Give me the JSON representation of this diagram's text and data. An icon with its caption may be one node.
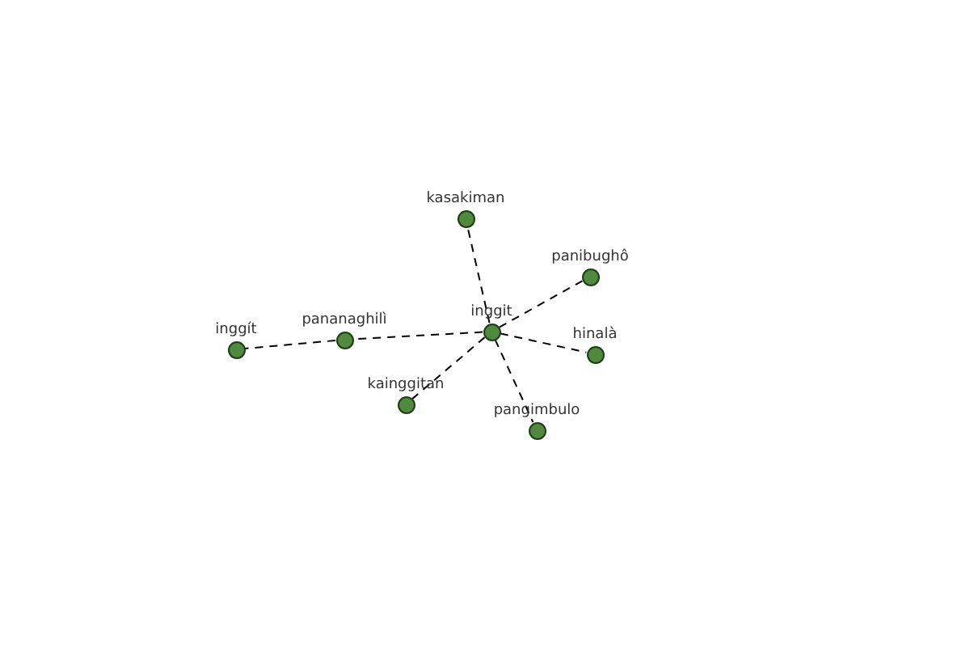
{
  "diagram": {
    "nodes": [
      {
        "text": [
          "kasakiman"
        ]
      },
      {
        "text": [
          "panibughô"
        ]
      },
      {
        "text": [
          "inggit"
        ]
      },
      {
        "text": [
          "pananaghilì"
        ]
      },
      {
        "text": [
          "inggít"
        ]
      },
      {
        "text": [
          "hinalà"
        ]
      },
      {
        "text": [
          "kainggitan"
        ]
      },
      {
        "text": [
          "pangimbulo"
        ]
      }
    ],
    "edges": [
      {
        "from": 2,
        "to": 0,
        "arrow": "none",
        "style": "dashed"
      },
      {
        "from": 2,
        "to": 1,
        "arrow": "none",
        "style": "dashed"
      },
      {
        "from": 2,
        "to": 5,
        "arrow": "none",
        "style": "dashed"
      },
      {
        "from": 2,
        "to": 7,
        "arrow": "none",
        "style": "dashed"
      },
      {
        "from": 2,
        "to": 6,
        "arrow": "none",
        "style": "dashed"
      },
      {
        "from": 2,
        "to": 3,
        "arrow": "none",
        "style": "dashed"
      },
      {
        "from": 3,
        "to": 4,
        "arrow": "none",
        "style": "dashed"
      }
    ]
  }
}
